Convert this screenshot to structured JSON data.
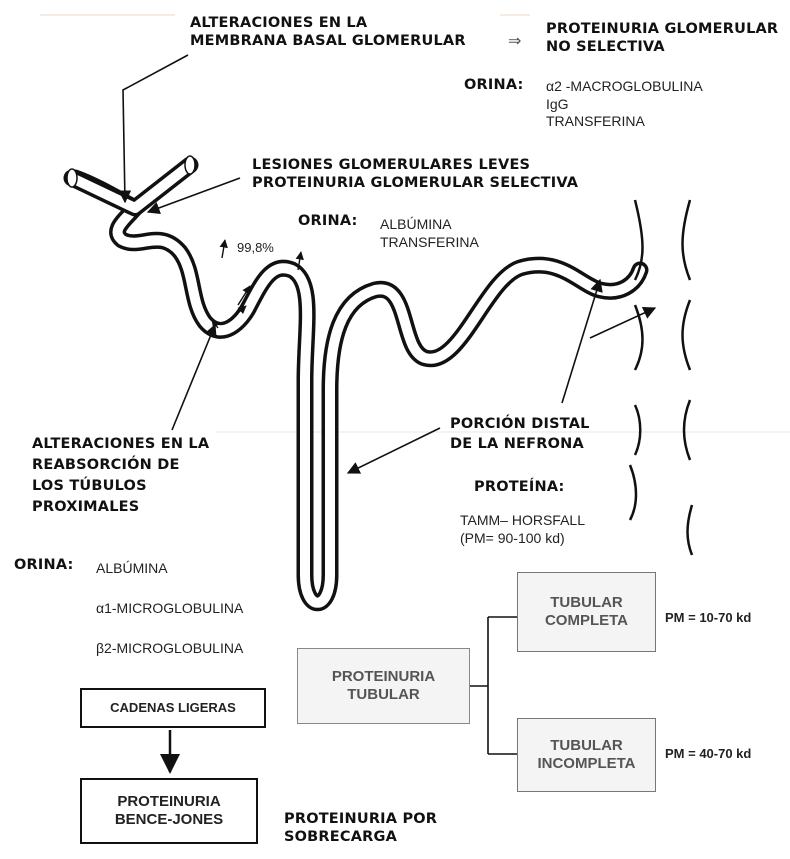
{
  "top_left": {
    "line1": "ALTERACIONES EN LA",
    "line2": "MEMBRANA BASAL GLOMERULAR"
  },
  "arrow_symbol": "⇒",
  "top_right": {
    "line1": "PROTEINURIA GLOMERULAR",
    "line2": "NO SELECTIVA"
  },
  "orina_top": {
    "label": "ORINA:",
    "items": [
      "α2 -MACROGLOBULINA",
      "IgG",
      "TRANSFERINA"
    ]
  },
  "leves": {
    "line1": "LESIONES GLOMERULARES LEVES",
    "line2": "PROTEINURIA GLOMERULAR SELECTIVA"
  },
  "orina_mid": {
    "label": "ORINA:",
    "items": [
      "ALBÚMINA",
      "TRANSFERINA"
    ]
  },
  "percent": "99,8%",
  "reabs": {
    "line1": "ALTERACIONES EN LA",
    "line2": "REABSORCIÓN DE",
    "line3": "LOS TÚBULOS",
    "line4": "PROXIMALES"
  },
  "orina_low": {
    "label": "ORINA:",
    "items": [
      "ALBÚMINA",
      "α1-MICROGLOBULINA",
      "β2-MICROGLOBULINA"
    ]
  },
  "distal": {
    "line1": "PORCIÓN DISTAL",
    "line2": "DE LA NEFRONA"
  },
  "proteina": {
    "label": "PROTEÍNA:",
    "line1": "TAMM– HORSFALL",
    "line2": "(PM= 90-100 kd)"
  },
  "boxes": {
    "cadenas": "CADENAS LIGERAS",
    "bence_1": "PROTEINURIA",
    "bence_2": "BENCE-JONES",
    "tubular_1": "PROTEINURIA",
    "tubular_2": "TUBULAR",
    "completa_1": "TUBULAR",
    "completa_2": "COMPLETA",
    "incompleta_1": "TUBULAR",
    "incompleta_2": "INCOMPLETA"
  },
  "pm_completa": "PM = 10-70 kd",
  "pm_incompleta": "PM = 40-70 kd",
  "sobrecarga": {
    "line1": "PROTEINURIA POR",
    "line2": "SOBRECARGA"
  }
}
